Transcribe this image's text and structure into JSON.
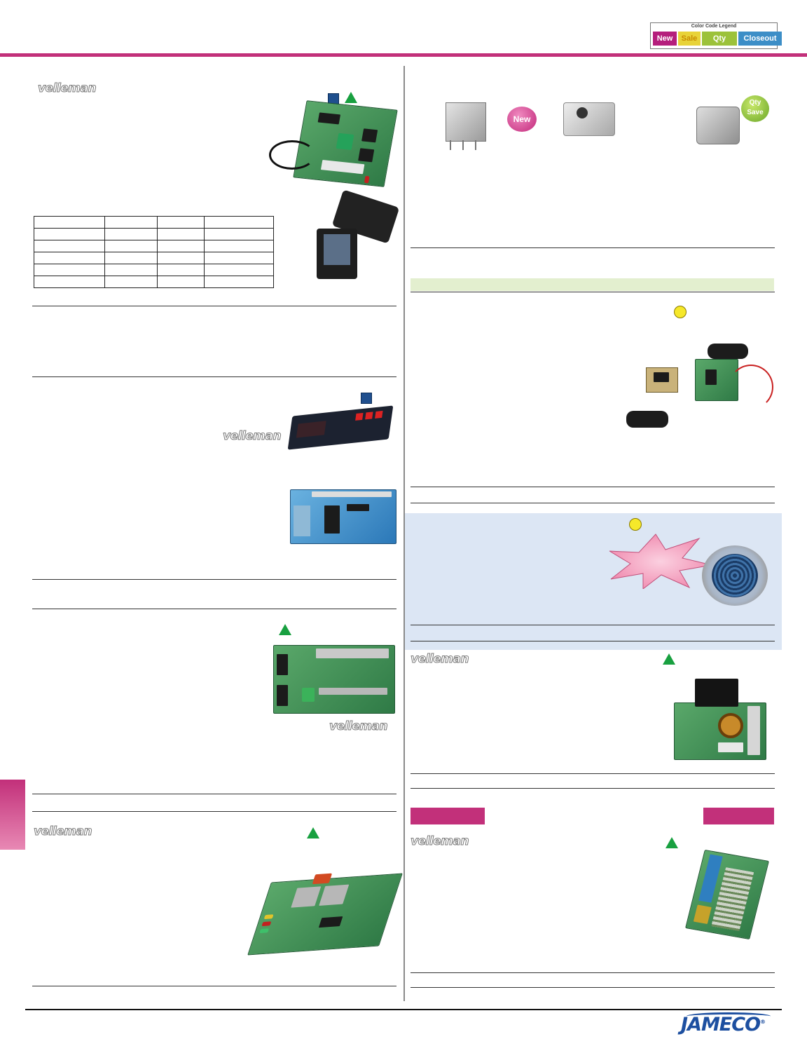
{
  "legend": {
    "title": "Color Code Legend",
    "new": "New",
    "sale": "Sale",
    "qty_save": "Qty Save",
    "closeout": "Closeout"
  },
  "brands": {
    "velleman": "velleman"
  },
  "badges": {
    "new": "New",
    "qty_save_line1": "Qty",
    "qty_save_line2": "Save"
  },
  "footer": {
    "brand": "JAMECO",
    "registered": "®"
  },
  "colors": {
    "accent_pink": "#c2307a",
    "square_blue": "#1f4f8e",
    "triangle_green": "#18a040",
    "circle_yellow": "#f6e82a",
    "panel_blue": "#dce6f4",
    "band_green": "#e3efcf"
  }
}
